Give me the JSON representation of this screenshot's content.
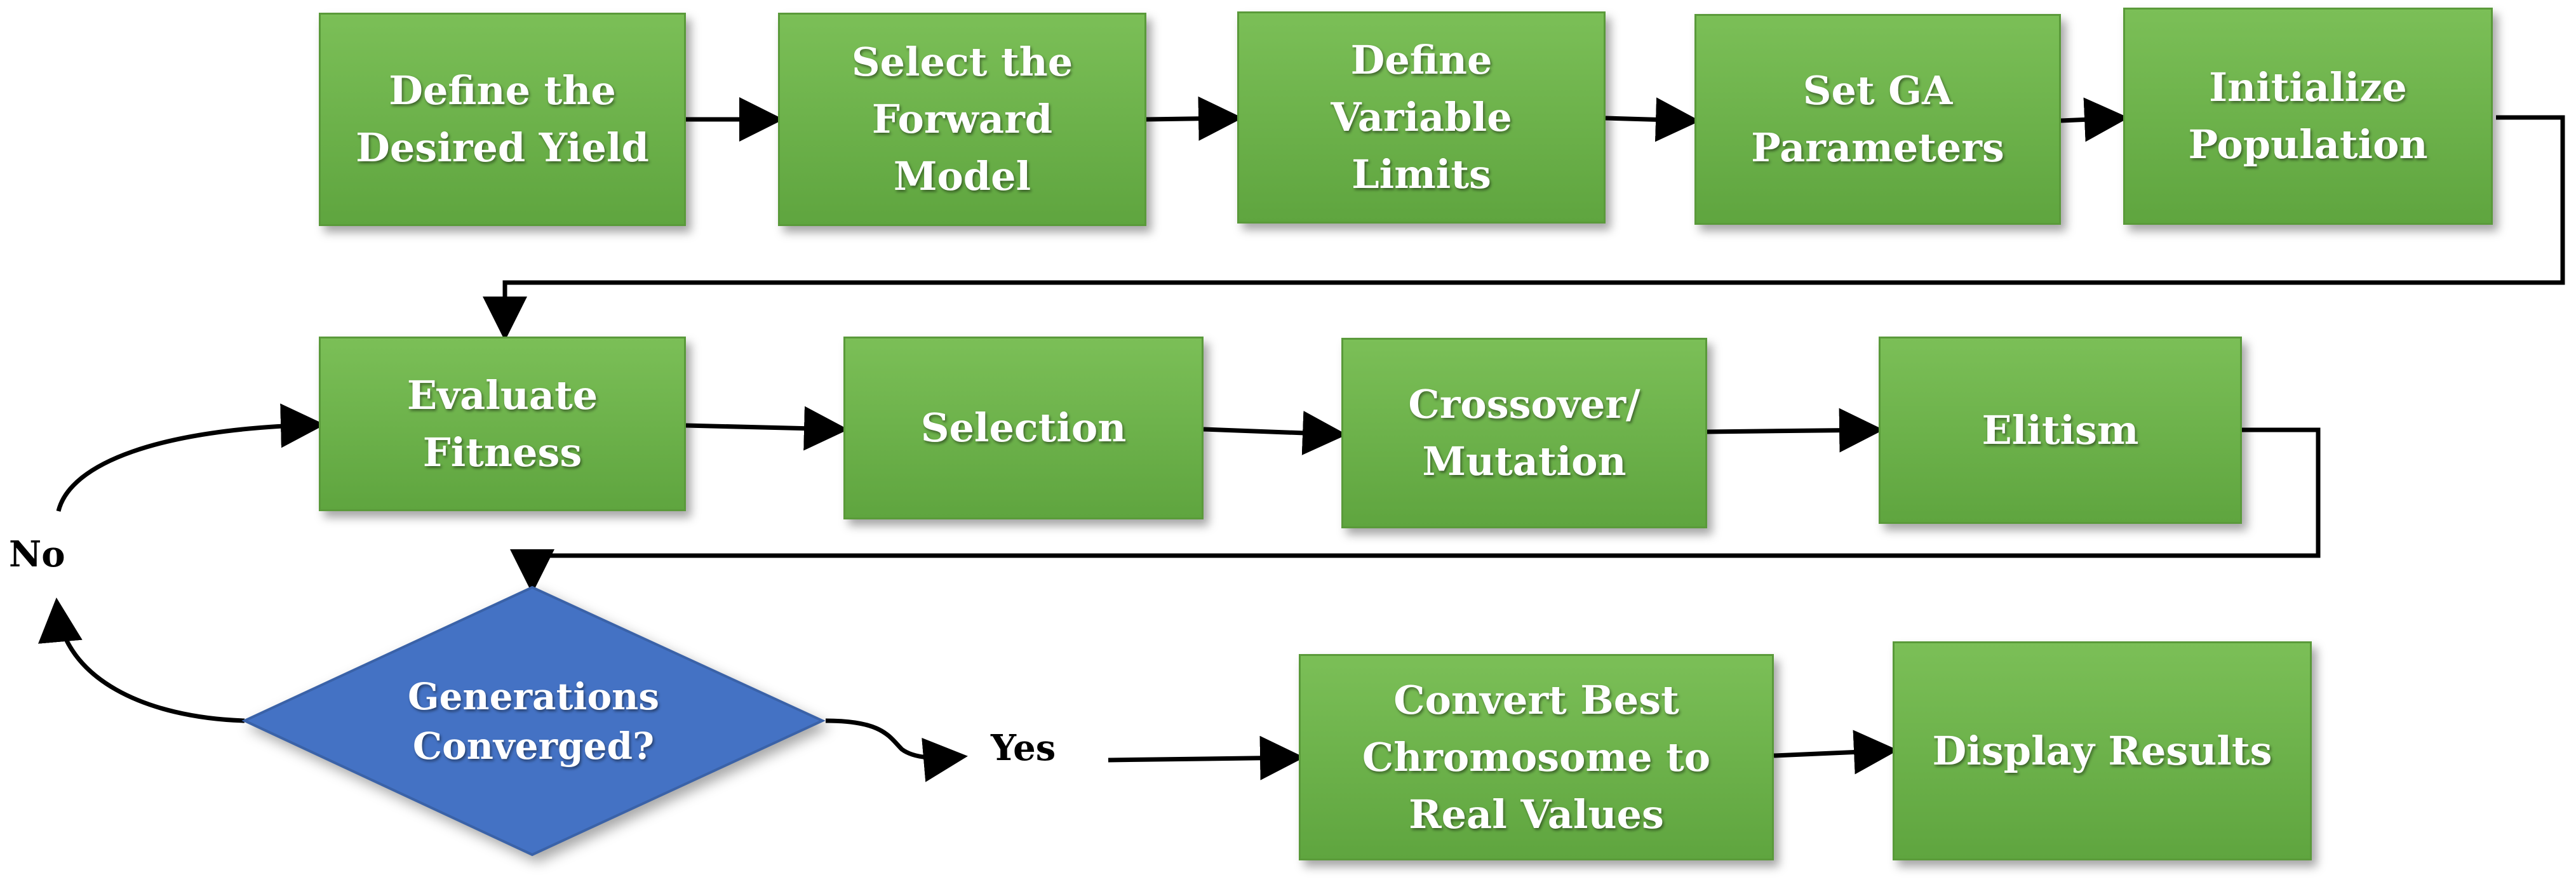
{
  "nodes": {
    "define_yield": "Define the\nDesired Yield",
    "select_model": "Select the\nForward\nModel",
    "variable_limits": "Define\nVariable\nLimits",
    "ga_parameters": "Set GA\nParameters",
    "init_population": "Initialize\nPopulation",
    "evaluate_fitness": "Evaluate\nFitness",
    "selection": "Selection",
    "crossover": "Crossover/\nMutation",
    "elitism": "Elitism",
    "converged": "Generations\nConverged?",
    "convert_best": "Convert Best\nChromosome to\nReal Values",
    "display_results": "Display Results"
  },
  "edge_labels": {
    "no": "No",
    "yes": "Yes"
  },
  "colors": {
    "process_fill": "#6db44a",
    "decision_fill": "#4472c4",
    "arrow": "#000000"
  }
}
